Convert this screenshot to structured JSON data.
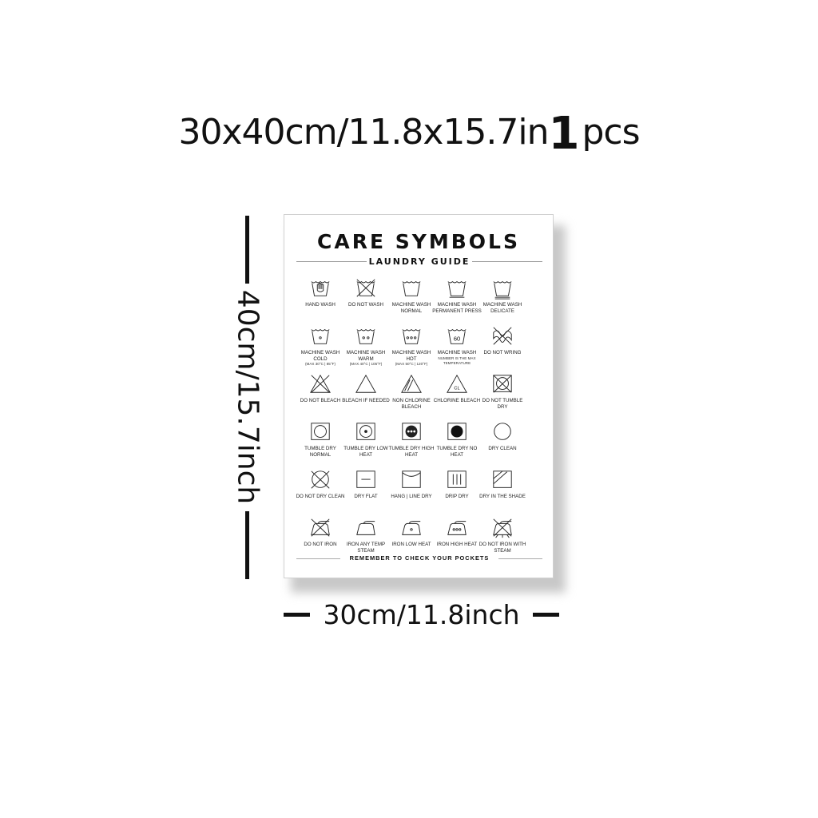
{
  "headline": {
    "size_text": "30x40cm/11.8x15.7in",
    "qty_number": "1",
    "qty_unit": "pcs"
  },
  "dimensions": {
    "height_label": "40cm/15.7inch",
    "width_label": "30cm/11.8inch"
  },
  "poster": {
    "title": "CARE SYMBOLS",
    "subtitle": "LAUNDRY GUIDE",
    "footer": "REMEMBER TO CHECK YOUR POCKETS",
    "rows": [
      [
        {
          "icon": "hand-wash-icon",
          "label": "HAND WASH"
        },
        {
          "icon": "do-not-wash-icon",
          "label": "DO NOT WASH"
        },
        {
          "icon": "machine-wash-normal-icon",
          "label": "MACHINE WASH NORMAL"
        },
        {
          "icon": "machine-wash-permanent-press-icon",
          "label": "MACHINE WASH PERMANENT PRESS"
        },
        {
          "icon": "machine-wash-delicate-icon",
          "label": "MACHINE WASH DELICATE"
        }
      ],
      [
        {
          "icon": "machine-wash-cold-icon",
          "label": "MACHINE WASH COLD",
          "note": "(MAX 30°C | 85°F)"
        },
        {
          "icon": "machine-wash-warm-icon",
          "label": "MACHINE WASH WARM",
          "note": "(MAX 40°C | 105°F)"
        },
        {
          "icon": "machine-wash-hot-icon",
          "label": "MACHINE WASH HOT",
          "note": "(MAX 50°C | 120°F)"
        },
        {
          "icon": "machine-wash-60-icon",
          "label": "MACHINE WASH",
          "note": "NUMBER IS THE MAX TEMPERATURE",
          "number": "60"
        },
        {
          "icon": "do-not-wring-icon",
          "label": "DO NOT WRING"
        }
      ],
      [
        {
          "icon": "do-not-bleach-icon",
          "label": "DO NOT BLEACH"
        },
        {
          "icon": "bleach-icon",
          "label": "BLEACH IF NEEDED"
        },
        {
          "icon": "non-chlorine-bleach-icon",
          "label": "NON CHLORINE BLEACH"
        },
        {
          "icon": "chlorine-bleach-icon",
          "label": "CHLORINE BLEACH",
          "mark": "CL"
        },
        {
          "icon": "do-not-tumble-dry-icon",
          "label": "DO NOT TUMBLE DRY"
        }
      ],
      [
        {
          "icon": "tumble-dry-normal-icon",
          "label": "TUMBLE DRY NORMAL"
        },
        {
          "icon": "tumble-dry-low-heat-icon",
          "label": "TUMBLE DRY LOW HEAT"
        },
        {
          "icon": "tumble-dry-high-heat-icon",
          "label": "TUMBLE DRY HIGH HEAT"
        },
        {
          "icon": "tumble-dry-no-heat-icon",
          "label": "TUMBLE DRY NO HEAT"
        },
        {
          "icon": "dry-clean-icon",
          "label": "DRY CLEAN"
        }
      ],
      [
        {
          "icon": "do-not-dry-clean-icon",
          "label": "DO NOT DRY CLEAN"
        },
        {
          "icon": "dry-flat-icon",
          "label": "DRY FLAT"
        },
        {
          "icon": "hang-line-dry-icon",
          "label": "HANG | LINE DRY"
        },
        {
          "icon": "drip-dry-icon",
          "label": "DRIP DRY"
        },
        {
          "icon": "dry-in-shade-icon",
          "label": "DRY IN THE SHADE"
        }
      ],
      [
        {
          "icon": "do-not-iron-icon",
          "label": "DO NOT IRON"
        },
        {
          "icon": "iron-any-temp-icon",
          "label": "IRON ANY TEMP STEAM"
        },
        {
          "icon": "iron-low-heat-icon",
          "label": "IRON LOW HEAT"
        },
        {
          "icon": "iron-high-heat-icon",
          "label": "IRON HIGH HEAT"
        },
        {
          "icon": "do-not-iron-steam-icon",
          "label": "DO NOT IRON WITH STEAM"
        }
      ]
    ]
  }
}
